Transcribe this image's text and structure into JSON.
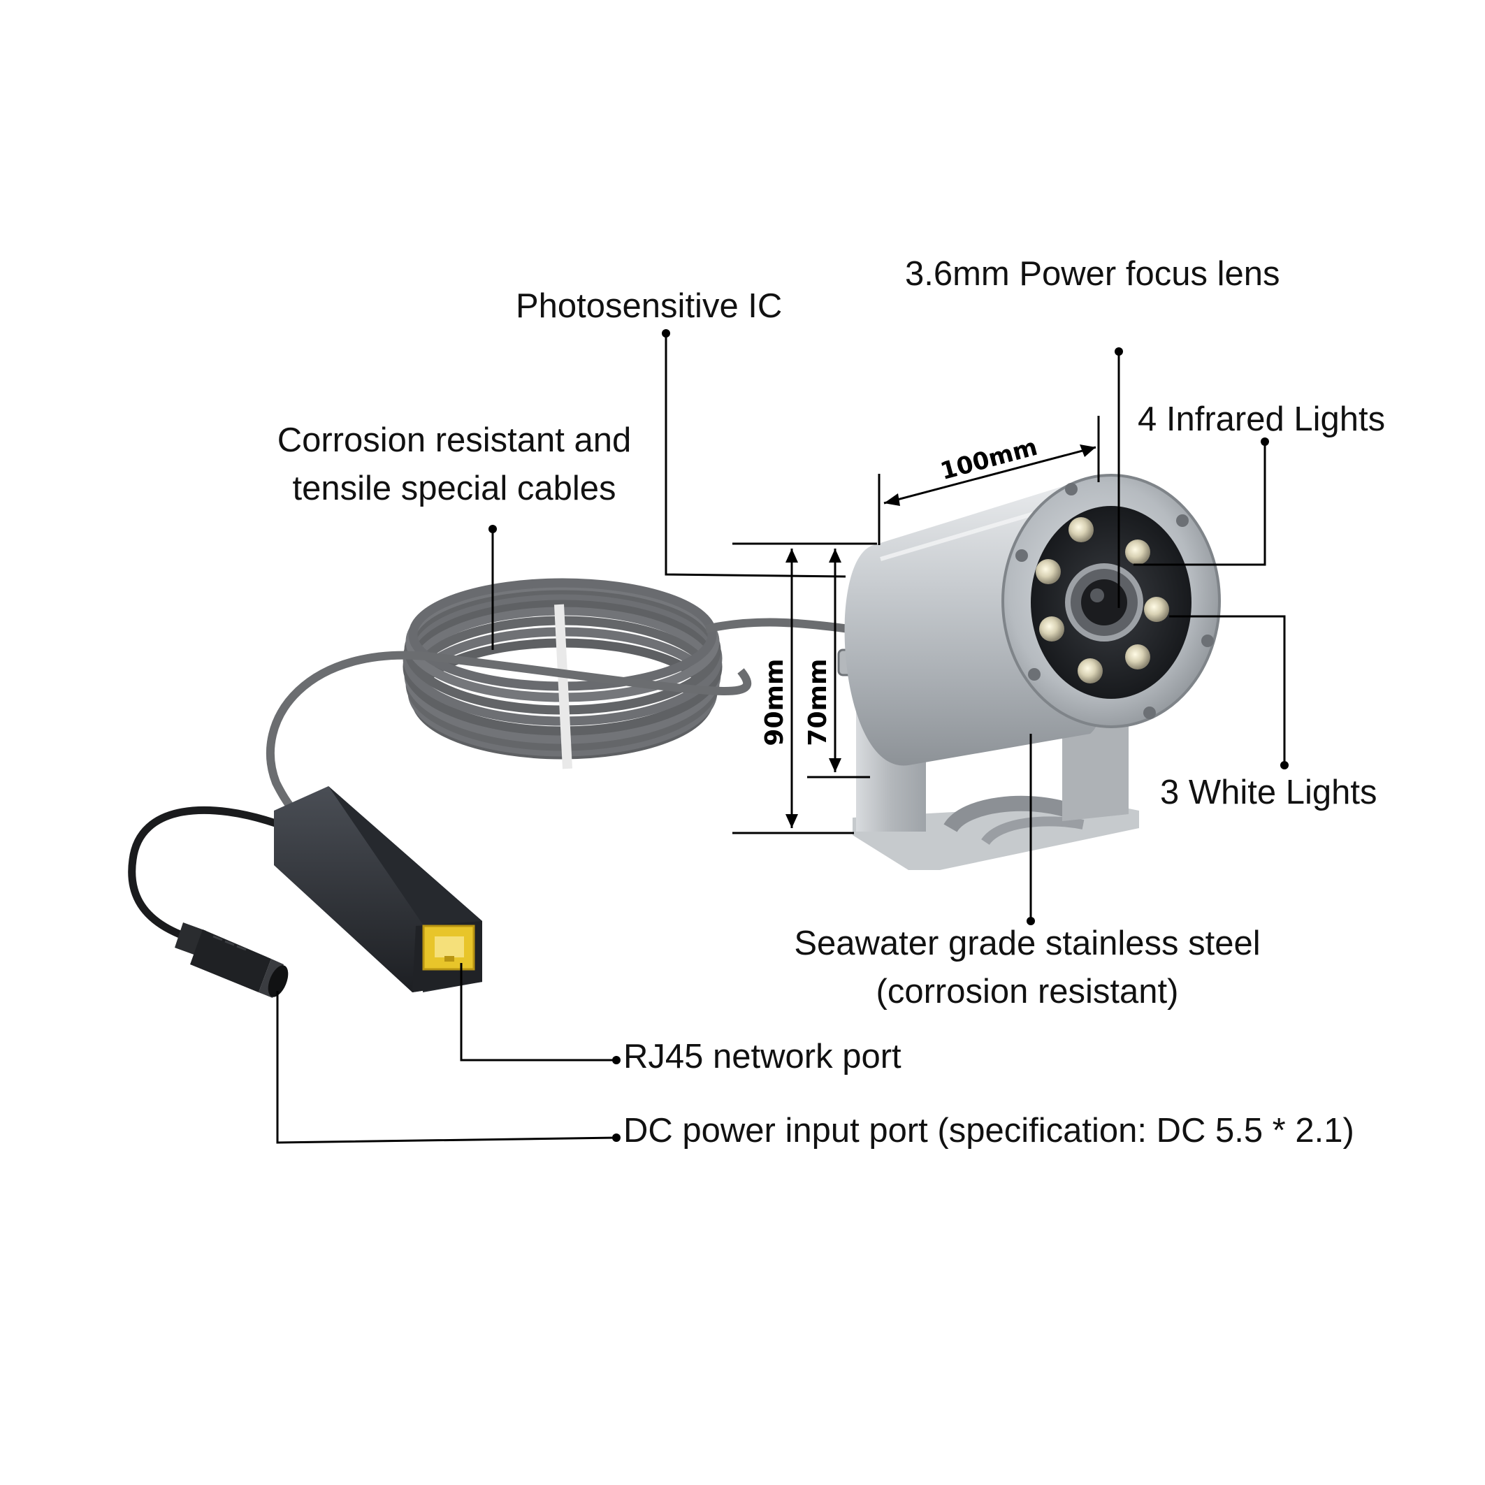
{
  "labels": {
    "photosensitive": "Photosensitive IC",
    "lens": "3.6mm Power focus lens",
    "cable_line1": "Corrosion resistant and",
    "cable_line2": "tensile special cables",
    "infrared": "4 Infrared Lights",
    "white": "3 White Lights",
    "steel_line1": "Seawater grade stainless steel",
    "steel_line2": "(corrosion resistant)",
    "rj45": "RJ45 network port",
    "dc": "DC power input port (specification: DC 5.5 * 2.1)"
  },
  "dimensions": {
    "length": "100mm",
    "height_total": "90mm",
    "height_body": "70mm"
  },
  "colors": {
    "line": "#000000",
    "text": "#111111",
    "steel": "#b9bdc1",
    "cable": "#6b6d70",
    "box": "#2b2e33",
    "port": "#e8c52a"
  }
}
